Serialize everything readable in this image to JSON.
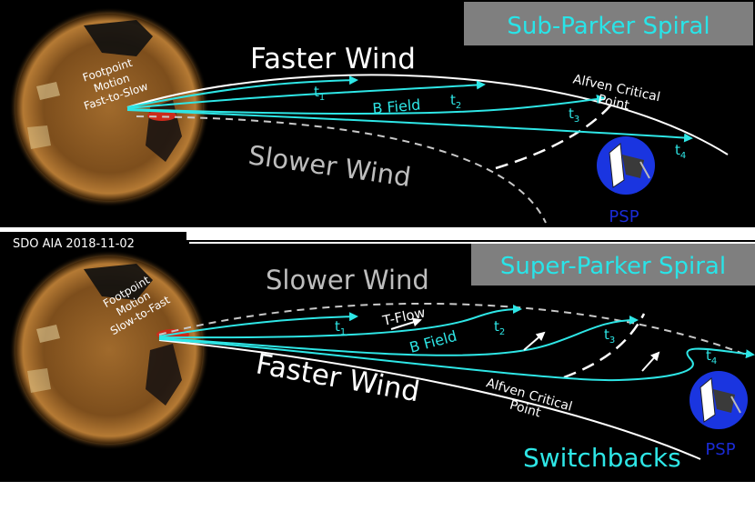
{
  "top_panel": {
    "title": "Sub-Parker Spiral",
    "faster_wind": "Faster Wind",
    "slower_wind": "Slower Wind",
    "footpoint_line1": "Footpoint",
    "footpoint_line2": "Motion",
    "footpoint_line3": "Fast-to-Slow",
    "b_field": "B Field",
    "alfven_line1": "Alfven Critical",
    "alfven_line2": "Point",
    "probe": "PSP",
    "times": [
      {
        "base": "t",
        "sub": "1"
      },
      {
        "base": "t",
        "sub": "2"
      },
      {
        "base": "t",
        "sub": "3"
      },
      {
        "base": "t",
        "sub": "4"
      }
    ]
  },
  "caption": "SDO AIA 2018-11-02",
  "bottom_panel": {
    "title": "Super-Parker Spiral",
    "faster_wind": "Faster Wind",
    "slower_wind": "Slower Wind",
    "footpoint_line1": "Footpoint",
    "footpoint_line2": "Motion",
    "footpoint_line3": "Slow-to-Fast",
    "t_flow": "T-Flow",
    "b_field": "B Field",
    "alfven_line1": "Alfven Critical",
    "alfven_line2": "Point",
    "switchbacks": "Switchbacks",
    "probe": "PSP",
    "times": [
      {
        "base": "t",
        "sub": "1"
      },
      {
        "base": "t",
        "sub": "2"
      },
      {
        "base": "t",
        "sub": "3"
      },
      {
        "base": "t",
        "sub": "4"
      }
    ]
  },
  "colors": {
    "field_line": "#2ee6e6",
    "wind_line": "#ffffff",
    "slow_wind_line": "#c8c8c8",
    "title_bg": "#7f7f7f",
    "title_text": "#29e4e8",
    "probe_disc": "#1a35e0",
    "probe_label": "#1a2bd6",
    "footpoint_region": "#cc2a1a",
    "sun_body": "#8a5a22"
  }
}
